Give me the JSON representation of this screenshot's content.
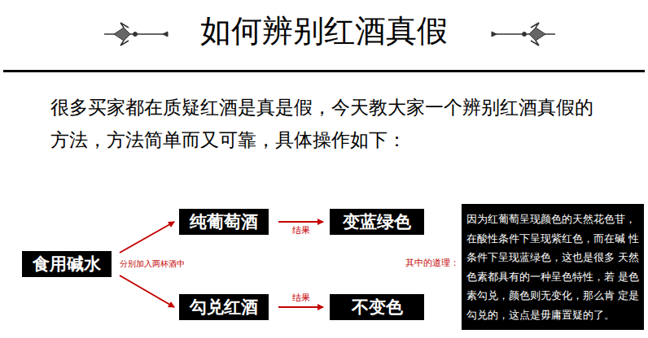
{
  "diagram": {
    "title": "如何辨别红酒真假",
    "nodes": [
      {
        "text": [
          "食用碱水"
        ]
      },
      {
        "text": [
          "纯葡萄酒"
        ]
      },
      {
        "text": [
          "变蓝绿色"
        ]
      },
      {
        "text": [
          "勾兑红酒"
        ]
      },
      {
        "text": [
          "不变色"
        ]
      },
      {
        "text": [
          "因为红葡萄呈现颜色的天然花色苷， 在酸性条件下呈现紫红色，而在碱 性条件下呈现蓝绿色，这也是很多 天然色素都具有的一种呈色特性，若 是色素勾兑，颜色则无变化，那么肯 定是勾兑的，这点是毋庸置疑的了。"
        ]
      }
    ],
    "edges": [
      {
        "from": 0,
        "to": 1,
        "arrow": "to"
      },
      {
        "from": 0,
        "to": 3,
        "arrow": "to"
      },
      {
        "from": 1,
        "to": 2,
        "label": "结果",
        "arrow": "to"
      },
      {
        "from": 3,
        "to": 4,
        "label": "结果",
        "arrow": "to"
      }
    ],
    "labels": [
      "很多买家都在质疑红酒是真是假，今天教大家一个辨别红酒真假的 方法，方法简单而又可靠，具体操作如下：",
      "分别加入两杯酒中",
      "其中的道理："
    ]
  }
}
